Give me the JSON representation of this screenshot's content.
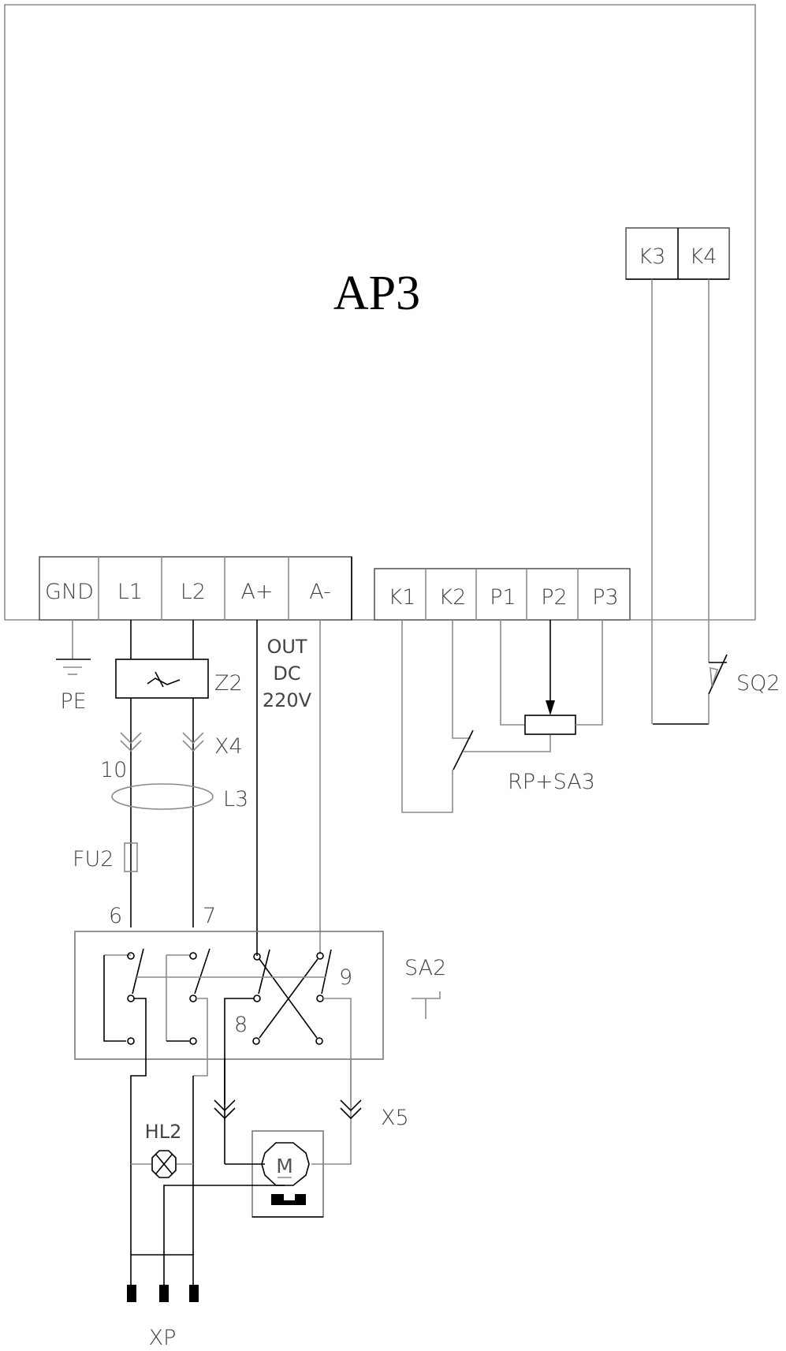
{
  "diagram": {
    "title": "AP3",
    "colors": {
      "line_primary": "#000000",
      "line_secondary": "#8c8c8c",
      "background": "#ffffff"
    },
    "terminal_block_left": [
      "GND",
      "L1",
      "L2",
      "A+",
      "A-"
    ],
    "terminal_block_right": [
      "K1",
      "K2",
      "P1",
      "P2",
      "P3"
    ],
    "terminal_block_top": [
      "K3",
      "K4"
    ],
    "labels": {
      "pe": "PE",
      "z2": "Z2",
      "out": "OUT",
      "dc": "DC",
      "voltage": "220V",
      "x4": "X4",
      "wire10": "10",
      "l3": "L3",
      "fu2": "FU2",
      "wire6": "6",
      "wire7": "7",
      "wire8": "8",
      "wire9": "9",
      "sa2": "SA2",
      "rp_sa3": "RP+SA3",
      "sq2": "SQ2",
      "hl2": "HL2",
      "motor": "M",
      "x5": "X5",
      "xp": "XP"
    },
    "components": [
      {
        "id": "Z2",
        "type": "filter"
      },
      {
        "id": "X4",
        "type": "connector"
      },
      {
        "id": "L3",
        "type": "ferrite-ring"
      },
      {
        "id": "FU2",
        "type": "fuse"
      },
      {
        "id": "SA2",
        "type": "selector-switch"
      },
      {
        "id": "RP+SA3",
        "type": "potentiometer-with-switch"
      },
      {
        "id": "SQ2",
        "type": "limit-switch"
      },
      {
        "id": "HL2",
        "type": "indicator-lamp"
      },
      {
        "id": "M",
        "type": "motor"
      },
      {
        "id": "X5",
        "type": "connector"
      },
      {
        "id": "XP",
        "type": "plug"
      }
    ]
  }
}
